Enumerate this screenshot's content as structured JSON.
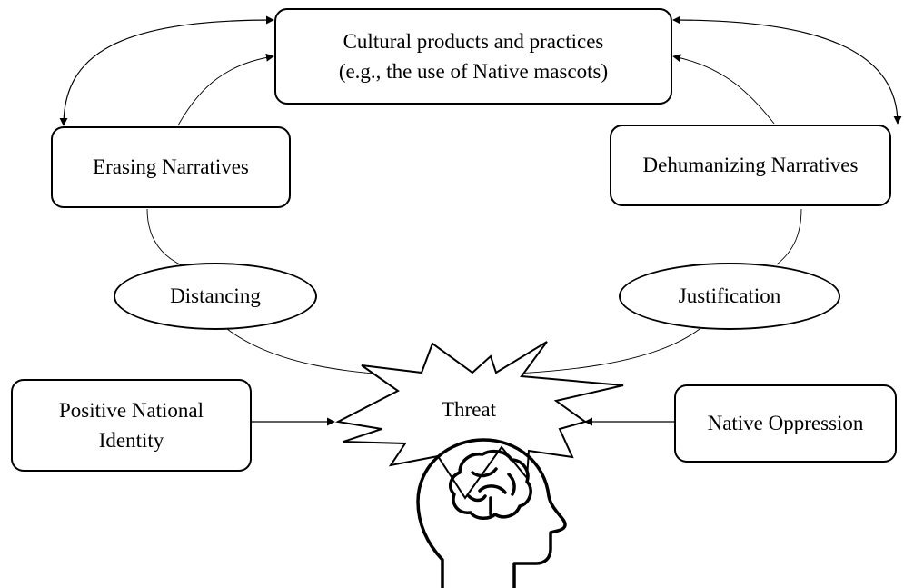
{
  "diagram": {
    "cultural_box": {
      "line1": "Cultural products and practices",
      "line2": "(e.g., the use of Native mascots)"
    },
    "erasing_box": "Erasing Narratives",
    "dehumanizing_box": "Dehumanizing Narratives",
    "distancing_ellipse": "Distancing",
    "justification_ellipse": "Justification",
    "positive_identity_box": {
      "line1": "Positive National",
      "line2": "Identity"
    },
    "native_oppression_box": "Native Oppression",
    "threat_burst": "Threat",
    "head_icon": "head-brain-icon"
  }
}
